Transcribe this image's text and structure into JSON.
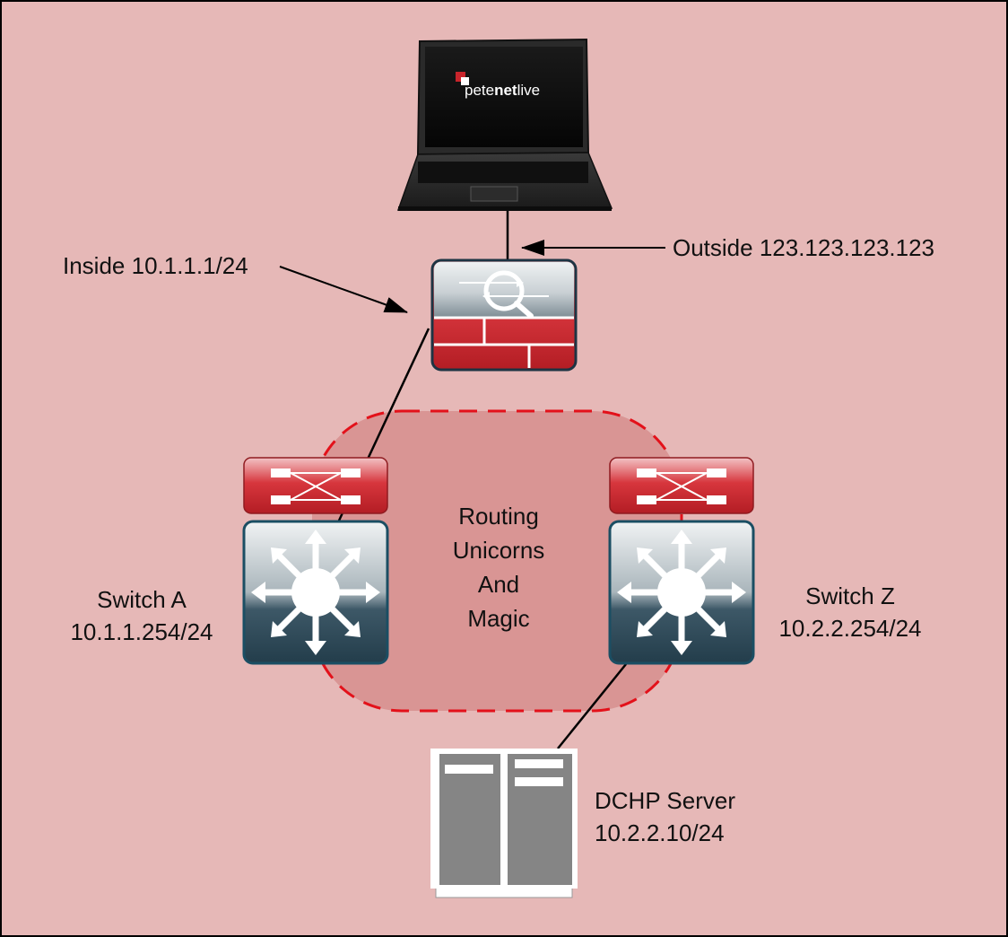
{
  "logo": {
    "text_pete": "pete",
    "text_net": "net",
    "text_live": "live"
  },
  "labels": {
    "inside": "Inside 10.1.1.1/24",
    "outside": "Outside 123.123.123.123",
    "cloud_line1": "Routing",
    "cloud_line2": "Unicorns",
    "cloud_line3": "And",
    "cloud_line4": "Magic",
    "switch_a_name": "Switch A",
    "switch_a_ip": "10.1.1.254/24",
    "switch_z_name": "Switch Z",
    "switch_z_ip": "10.2.2.254/24",
    "server_name": "DCHP Server",
    "server_ip": "10.2.2.10/24"
  },
  "colors": {
    "background": "#e6b8b7",
    "cloud_fill": "#d99594",
    "cloud_stroke": "#e3111a",
    "device_red": "#c8242b",
    "device_teal": "#2a4a5a",
    "server_gray": "#858585"
  },
  "icons": {
    "laptop": "laptop-icon",
    "firewall": "firewall-icon",
    "switch": "layer3-switch-icon",
    "server": "server-icon"
  }
}
